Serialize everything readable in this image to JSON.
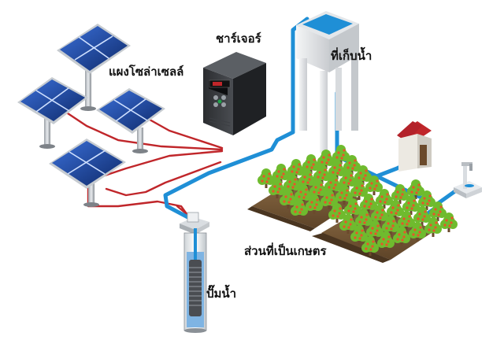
{
  "labels": {
    "solar_panels": "แผงโซล่าเซลล์",
    "charger": "ชาร์เจอร์",
    "water_tank": "ที่เก็บน้ำ",
    "farm": "ส่วนที่เป็นเกษตร",
    "pump": "ปั๊มน้ำ"
  },
  "colors": {
    "water_pipe": "#1f8fd6",
    "power_cable": "#c0262a",
    "panel_cell": "#1d3f8f",
    "tree_leaf": "#6fbb2e",
    "fruit": "#e8552a"
  },
  "icons": [
    "solar-panel-icon",
    "inverter-icon",
    "water-tower-icon",
    "shed-icon",
    "faucet-icon",
    "tree-icon",
    "submersible-pump-icon"
  ]
}
